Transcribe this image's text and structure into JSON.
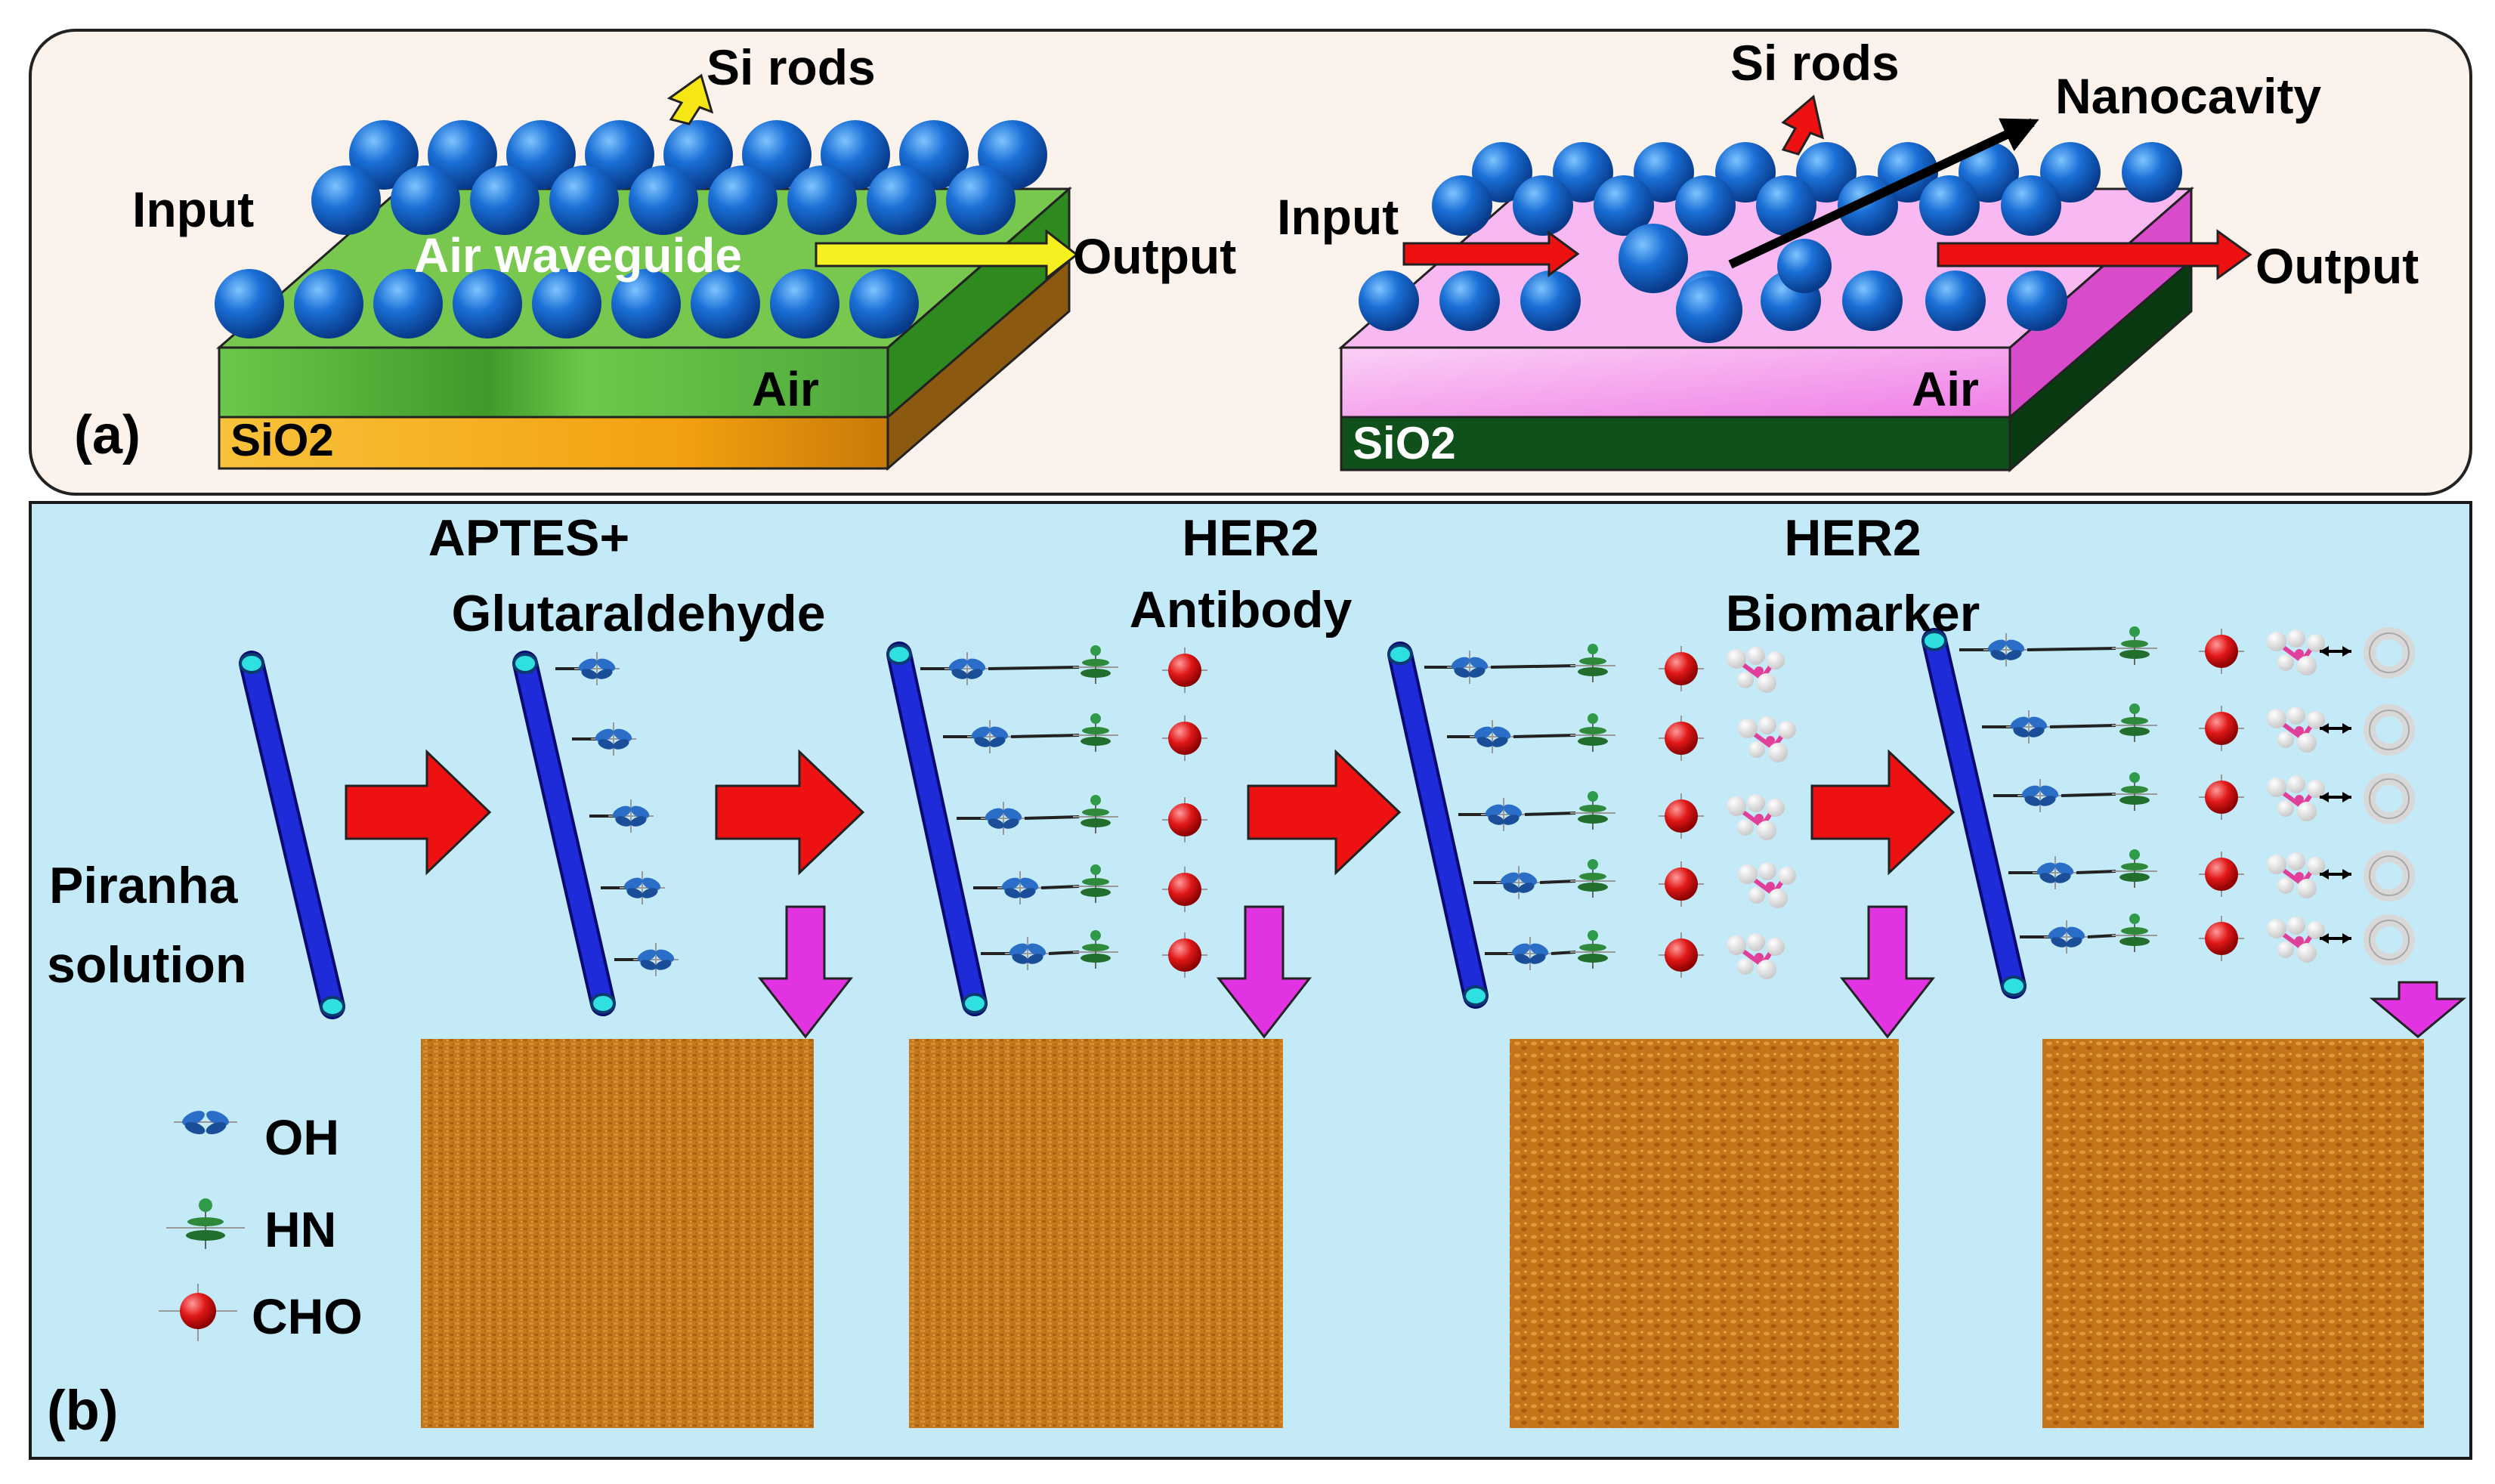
{
  "panel_a": {
    "tag": "(a)",
    "left": {
      "si_rods": "Si rods",
      "input": "Input",
      "waveguide": "Air waveguide",
      "output": "Output",
      "air": "Air",
      "substrate": "SiO2"
    },
    "right": {
      "si_rods": "Si rods",
      "nanocavity": "Nanocavity",
      "input": "Input",
      "output": "Output",
      "air": "Air",
      "substrate": "SiO2"
    }
  },
  "panel_b": {
    "tag": "(b)",
    "step0": [
      "Piranha",
      "solution"
    ],
    "step1": [
      "APTES+",
      "Glutaraldehyde"
    ],
    "step2": [
      "HER2",
      "Antibody"
    ],
    "step3": [
      "HER2",
      "Biomarker"
    ],
    "legend": {
      "oh": "OH",
      "hn": "HN",
      "cho": "CHO"
    }
  },
  "colors": {
    "panel_a_bg": "#FCF2EC",
    "panel_b_bg": "#C4EAF8",
    "rod_blue": "#1565C8",
    "green_layer": "#5EB83A",
    "orange_substrate": "#F2A91A",
    "pink_layer": "#F6A8EE",
    "dark_green_substrate": "#10501A",
    "afm_brown": "#C97A1E",
    "arrow_red": "#EE1111",
    "arrow_magenta": "#E233E2"
  }
}
